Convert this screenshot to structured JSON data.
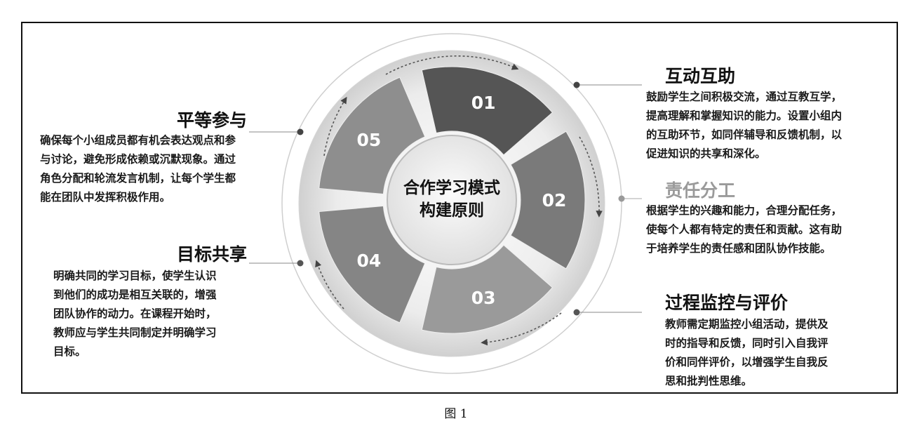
{
  "center": {
    "line1": "合作学习模式",
    "line2": "构建原则"
  },
  "segments": [
    {
      "label": "01",
      "color": "#555555"
    },
    {
      "label": "02",
      "color": "#7a7a7a"
    },
    {
      "label": "03",
      "color": "#9a9a9a"
    },
    {
      "label": "04",
      "color": "#858585"
    },
    {
      "label": "05",
      "color": "#8e8e8e"
    }
  ],
  "principles": [
    {
      "title": "平等参与",
      "text": [
        "确保每个小组成员都有机会表达观点和参",
        "与讨论，避免形成依赖或沉默现象。通过",
        "角色分配和轮流发言机制，让每个学生都",
        "能在团队中发挥积极作用。"
      ]
    },
    {
      "title": "目标共享",
      "text": [
        "明确共同的学习目标，使学生认识",
        "到他们的成功是相互关联的，增强",
        "团队协作的动力。在课程开始时，",
        "教师应与学生共同制定并明确学习",
        "目标。"
      ]
    },
    {
      "title": "互动互助",
      "text": [
        "鼓励学生之间积极交流，通过互教互学，",
        "提高理解和掌握知识的能力。设置小组内",
        "的互助环节，如同伴辅导和反馈机制，以",
        "促进知识的共享和深化。"
      ]
    },
    {
      "title": "责任分工",
      "text": [
        "根据学生的兴趣和能力，合理分配任务，",
        "使每个人都有特定的责任和贡献。这有助",
        "于培养学生的责任感和团队协作技能。"
      ]
    },
    {
      "title": "过程监控与评价",
      "text": [
        "教师需定期监控小组活动，提供及",
        "时的指导和反馈，同时引入自我评",
        "价和同伴评价，以增强学生自我反",
        "思和批判性思维。"
      ]
    }
  ],
  "caption": "图 1"
}
